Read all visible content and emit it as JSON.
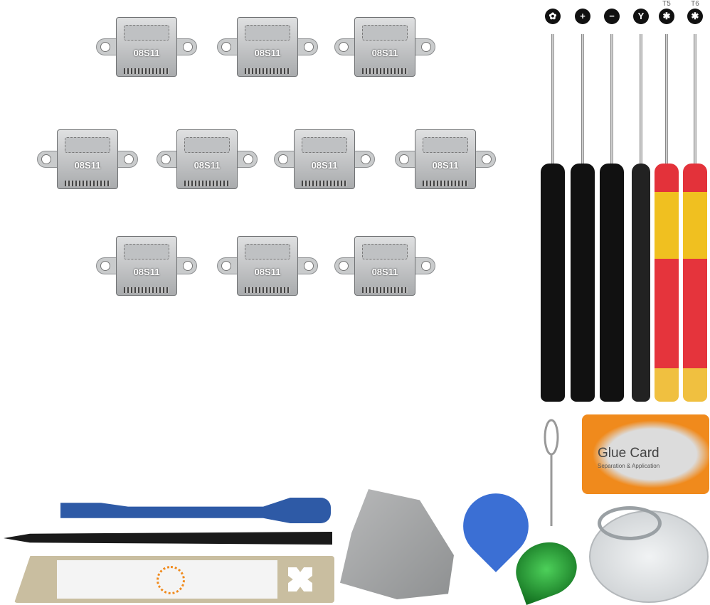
{
  "connectors": {
    "label": "08S11",
    "count": 10
  },
  "screwdrivers": [
    {
      "name": "pentalobe",
      "tip_symbol": "✿",
      "size_label": ""
    },
    {
      "name": "phillips",
      "tip_symbol": "+",
      "size_label": ""
    },
    {
      "name": "flathead",
      "tip_symbol": "−",
      "size_label": ""
    },
    {
      "name": "tri-point",
      "tip_symbol": "Y",
      "size_label": ""
    },
    {
      "name": "torx",
      "tip_symbol": "✱",
      "size_label": "T5"
    },
    {
      "name": "torx",
      "tip_symbol": "✱",
      "size_label": "T6"
    }
  ],
  "glue_card": {
    "title": "Glue Card",
    "subtitle": "Separation & Application"
  },
  "colors": {
    "orange": "#f08a1c",
    "blue": "#2e5aa6",
    "red": "#e3323a",
    "yellow": "#f0c020",
    "green": "#1e8a2a"
  }
}
